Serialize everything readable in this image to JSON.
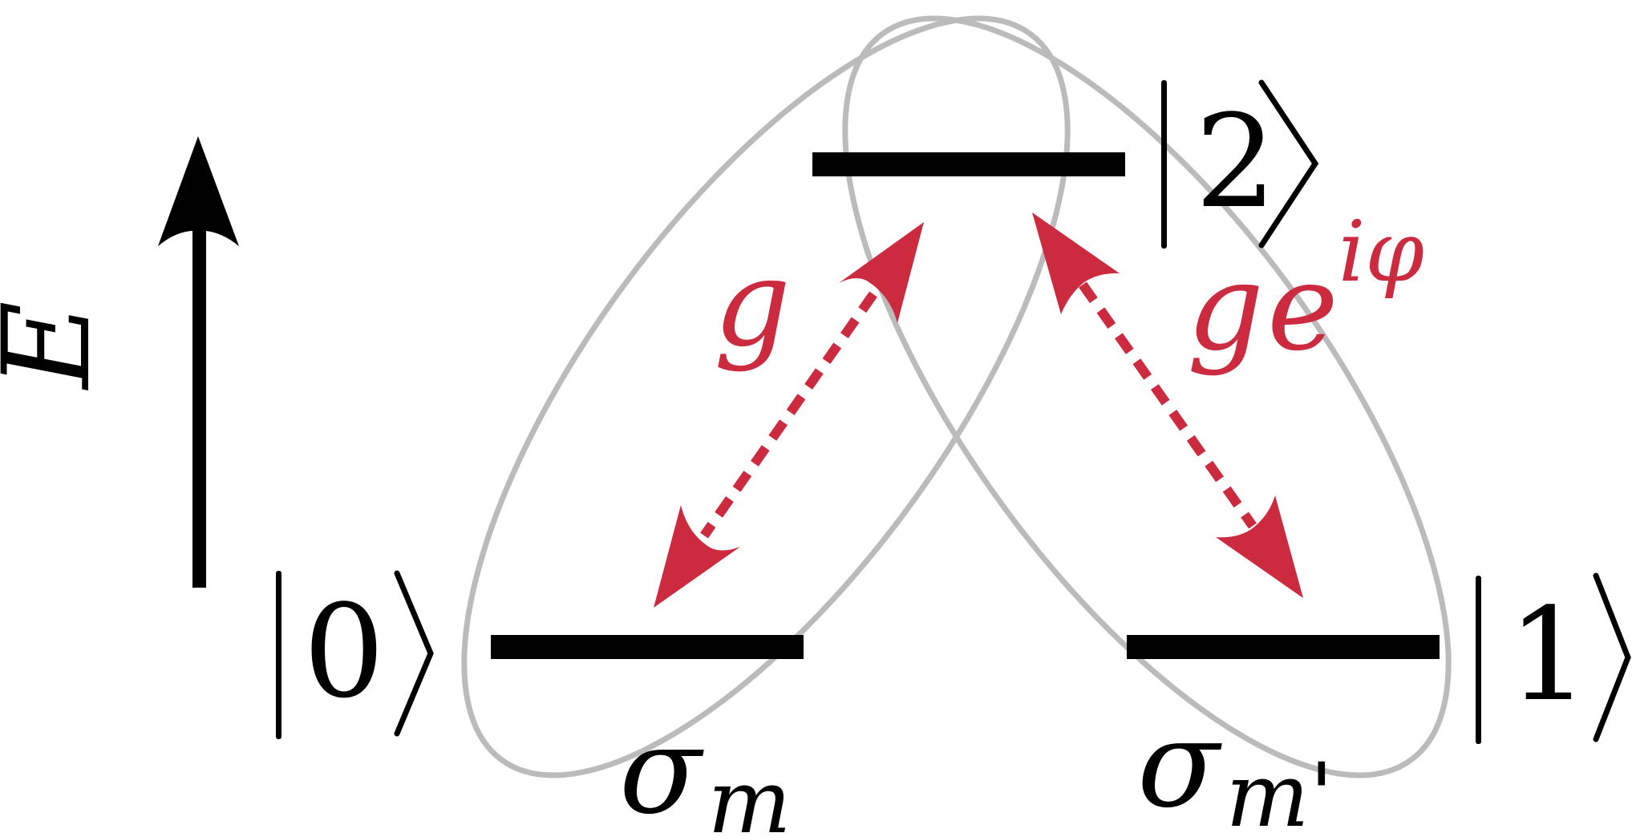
{
  "energy_axis": {
    "label": "E"
  },
  "levels": {
    "state_0": {
      "label": "0"
    },
    "state_1": {
      "label": "1"
    },
    "state_2": {
      "label": "2"
    }
  },
  "couplings": {
    "left": {
      "symbol": "g"
    },
    "right": {
      "symbol": "g",
      "phase_base": "e",
      "phase_exponent": "iφ"
    }
  },
  "ellipses": {
    "left": {
      "label": "σ",
      "subscript": "m"
    },
    "right": {
      "label": "σ",
      "subscript": "m'"
    }
  },
  "colors": {
    "level_line": "#000000",
    "coupling_arrow": "#cc2b3f",
    "ellipse_outline": "#b8b8b8",
    "text": "#000000"
  }
}
